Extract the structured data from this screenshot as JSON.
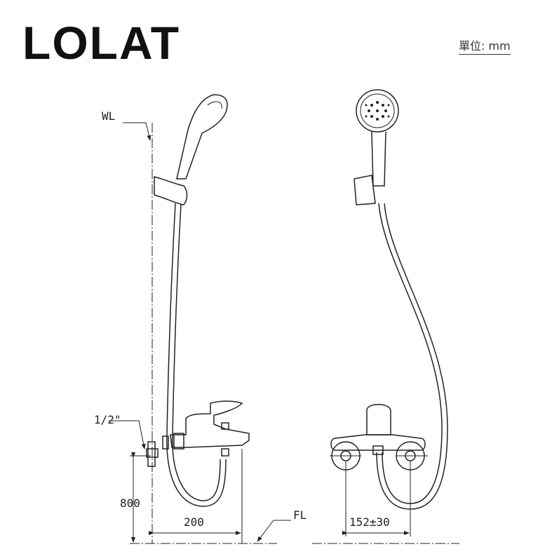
{
  "brand": {
    "logo": "LOLAT"
  },
  "unit_label": "單位: mm",
  "labels": {
    "water_level": "WL",
    "floor_level": "FL",
    "inlet_size": "1/2\"",
    "height": "800",
    "spout_projection": "200",
    "center_distance": "152±30"
  },
  "colors": {
    "line": "#222222",
    "background": "#ffffff"
  }
}
